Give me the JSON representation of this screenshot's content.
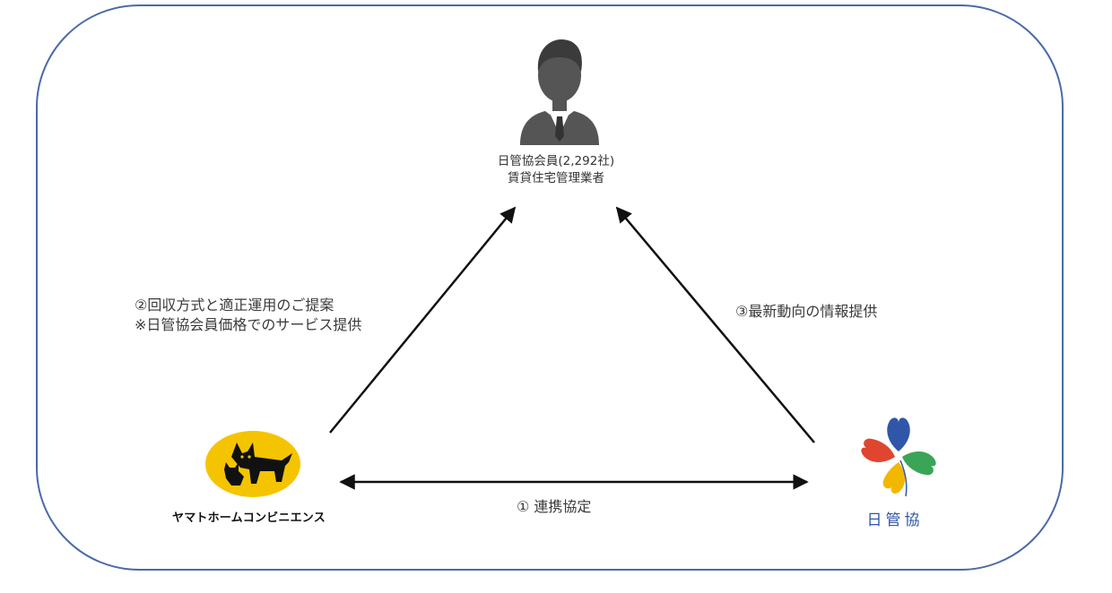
{
  "nodes": {
    "top": {
      "line1": "日管協会員(2,292社)",
      "line2": "賃貸住宅管理業者",
      "icon": "businessman-icon"
    },
    "left": {
      "name": "ヤマトホームコンビニエンス",
      "icon": "black-cat-logo-icon"
    },
    "right": {
      "name": "日管協",
      "icon": "four-leaf-clover-logo-icon"
    }
  },
  "edges": {
    "left_to_top": {
      "line1": "②回収方式と適正運用のご提案",
      "line2": "※日管協会員価格でのサービス提供"
    },
    "right_to_top": {
      "label": "③最新動向の情報提供"
    },
    "left_right": {
      "label": "① 連携協定"
    }
  },
  "colors": {
    "frame": "#4a6aa8",
    "arrow": "#111111",
    "yamato_yellow": "#f5c400",
    "nkk_text": "#2f56a8"
  }
}
